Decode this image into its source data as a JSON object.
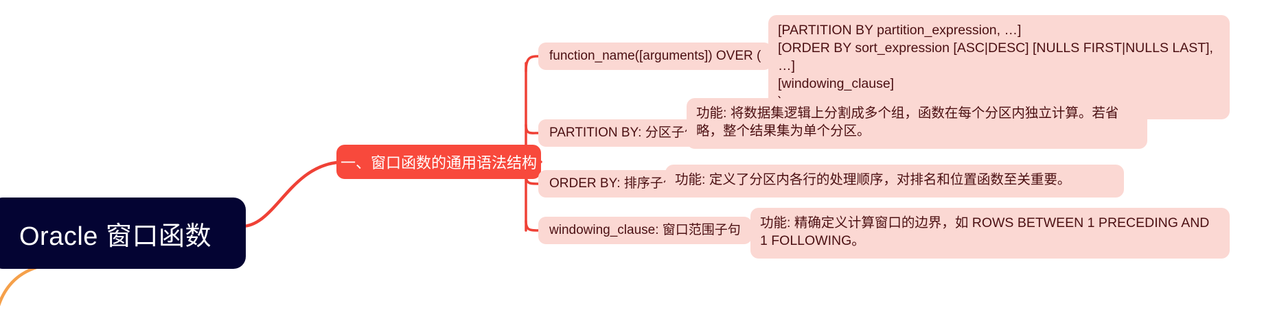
{
  "diagram": {
    "type": "mind-map",
    "colors": {
      "root_bg": "#040433",
      "root_text": "#ffffff",
      "level1_bg": "#f8493c",
      "level1_text": "#ffffff",
      "node_bg": "#fbd8d3",
      "node_text": "#4b0f12",
      "connector": "#ef4136",
      "connector_secondary": "#f5a04a",
      "page_bg": "#ffffff"
    },
    "root": {
      "label": "Oracle 窗口函数"
    },
    "level1": {
      "label": "一、窗口函数的通用语法结构"
    },
    "branches": [
      {
        "id": "function-name",
        "label": "function_name([arguments]) OVER (",
        "detail": "[PARTITION BY partition_expression, …]\n[ORDER BY sort_expression [ASC|DESC] [NULLS FIRST|NULLS LAST], …]\n[windowing_clause]\n)"
      },
      {
        "id": "partition-by",
        "label": "PARTITION BY: 分区子句",
        "detail": "功能: 将数据集逻辑上分割成多个组，函数在每个分区内独立计算。若省略，整个结果集为单个分区。"
      },
      {
        "id": "order-by",
        "label": "ORDER BY: 排序子句",
        "detail": "功能: 定义了分区内各行的处理顺序，对排名和位置函数至关重要。"
      },
      {
        "id": "windowing-clause",
        "label": "windowing_clause: 窗口范围子句",
        "detail": "功能: 精确定义计算窗口的边界，如 ROWS BETWEEN 1 PRECEDING AND 1 FOLLOWING。"
      }
    ]
  }
}
